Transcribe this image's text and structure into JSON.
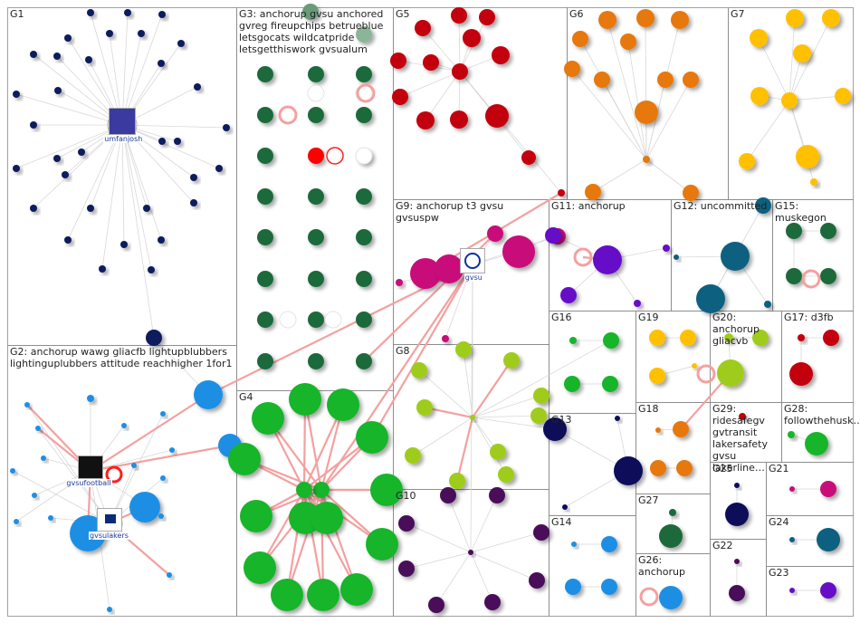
{
  "graph": {
    "groups": [
      {
        "id": "G1",
        "label": "G1"
      },
      {
        "id": "G2",
        "label": "G2: anchorup wawg gliacfb lightupblubbers lightinguplubbers attitude reachhigher 1for1"
      },
      {
        "id": "G3",
        "label": "G3: anchorup gvsu anchored gvreg fireupchips betrueblue letsgocats wildcatpride letsgetthiswork gvsualum"
      },
      {
        "id": "G4",
        "label": "G4"
      },
      {
        "id": "G5",
        "label": "G5"
      },
      {
        "id": "G6",
        "label": "G6"
      },
      {
        "id": "G7",
        "label": "G7"
      },
      {
        "id": "G8",
        "label": "G8"
      },
      {
        "id": "G9",
        "label": "G9: anchorup t3 gvsu gvsuspw"
      },
      {
        "id": "G10",
        "label": "G10"
      },
      {
        "id": "G11",
        "label": "G11: anchorup"
      },
      {
        "id": "G12",
        "label": "G12: uncommitted"
      },
      {
        "id": "G13",
        "label": "G13"
      },
      {
        "id": "G14",
        "label": "G14"
      },
      {
        "id": "G15",
        "label": "G15: muskegon"
      },
      {
        "id": "G16",
        "label": "G16"
      },
      {
        "id": "G17",
        "label": "G17: d3fb"
      },
      {
        "id": "G18",
        "label": "G18"
      },
      {
        "id": "G19",
        "label": "G19"
      },
      {
        "id": "G20",
        "label": "G20: anchorup gliacvb"
      },
      {
        "id": "G21",
        "label": "G21"
      },
      {
        "id": "G22",
        "label": "G22"
      },
      {
        "id": "G23",
        "label": "G23"
      },
      {
        "id": "G24",
        "label": "G24"
      },
      {
        "id": "G25",
        "label": "G25"
      },
      {
        "id": "G26",
        "label": "G26: anchorup"
      },
      {
        "id": "G27",
        "label": "G27"
      },
      {
        "id": "G28",
        "label": "G28: followthehusk…"
      },
      {
        "id": "G29",
        "label": "G29: ridesafegv gvtransit lakersafety gvsu lakerline…"
      }
    ],
    "node_labels": {
      "umfanjosh": "umfanjosh",
      "gvsufootball": "gvsufootball",
      "gvsulakers": "gvsulakers",
      "gvsu": "gvsu"
    },
    "colors": {
      "G1": "#0d1a5c",
      "G2": "#1f8fe5",
      "G3": "#1b6b3a",
      "G4": "#18b52a",
      "G5": "#c30010",
      "G6": "#e6780a",
      "G7": "#ffc000",
      "G8": "#9fcc1a",
      "G9": "#c8087a",
      "G10": "#4a0a5a",
      "G11": "#6610c8",
      "G12": "#0a6080",
      "border": "#8a8a8a",
      "edge": "#d8d8d8",
      "edge_highlight": "#f4a0a0"
    }
  }
}
